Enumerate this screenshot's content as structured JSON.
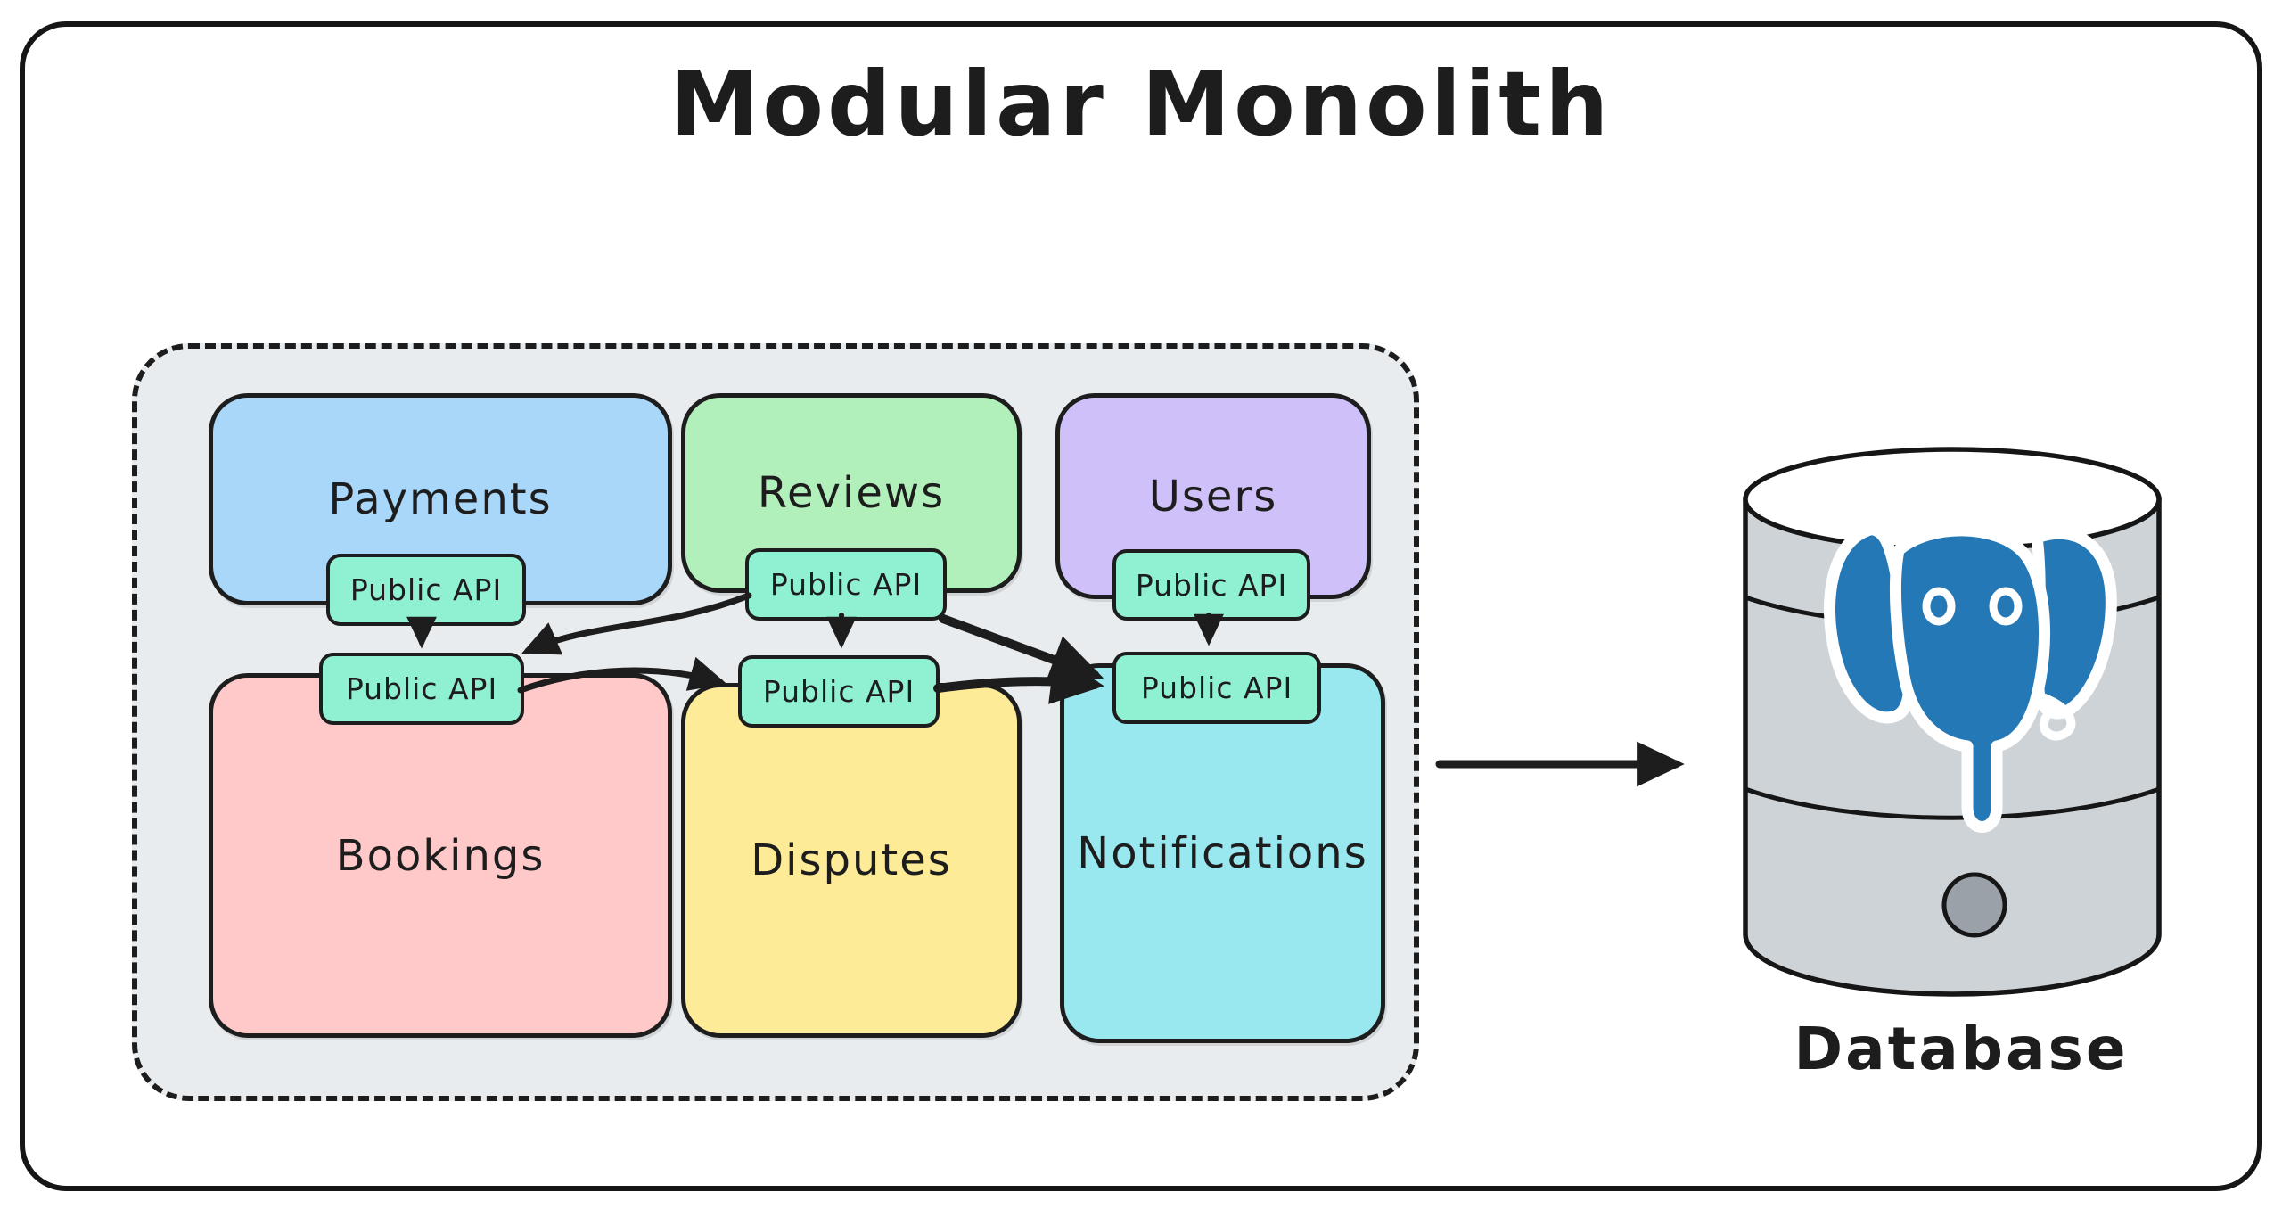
{
  "title": "Modular Monolith",
  "modules": [
    {
      "label": "Payments",
      "api_label": "Public API",
      "color": "#a9d7fa"
    },
    {
      "label": "Reviews",
      "api_label": "Public API",
      "color": "#b2f0bb"
    },
    {
      "label": "Users",
      "api_label": "Public API",
      "color": "#cfc0fa"
    },
    {
      "label": "Bookings",
      "api_label": "Public API",
      "color": "#ffc9c9"
    },
    {
      "label": "Disputes",
      "api_label": "Public API",
      "color": "#fdeb97"
    },
    {
      "label": "Notifications",
      "api_label": "Public API",
      "color": "#99e8f0"
    }
  ],
  "connections": [
    {
      "from": "Payments Public API",
      "to": "Bookings Public API"
    },
    {
      "from": "Reviews Public API",
      "to": "Bookings Public API"
    },
    {
      "from": "Bookings Public API",
      "to": "Disputes Public API"
    },
    {
      "from": "Reviews Public API",
      "to": "Disputes Public API"
    },
    {
      "from": "Reviews Public API",
      "to": "Notifications Public API"
    },
    {
      "from": "Disputes Public API",
      "to": "Notifications Public API"
    },
    {
      "from": "Users Public API",
      "to": "Notifications Public API"
    },
    {
      "from": "Modular Monolith",
      "to": "Database"
    }
  ],
  "database": {
    "label": "Database",
    "icon": "postgresql-elephant-icon"
  },
  "colors": {
    "canvas_bg": "#ffffff",
    "ink": "#1d1d1d",
    "boundary_bg": "#e9ecef",
    "api_chip_bg": "#8ff0d2",
    "db_body": "#ced3d8",
    "db_top": "#ffffff",
    "db_knob": "#9aa1a8",
    "postgres_blue": "#2478b5"
  }
}
